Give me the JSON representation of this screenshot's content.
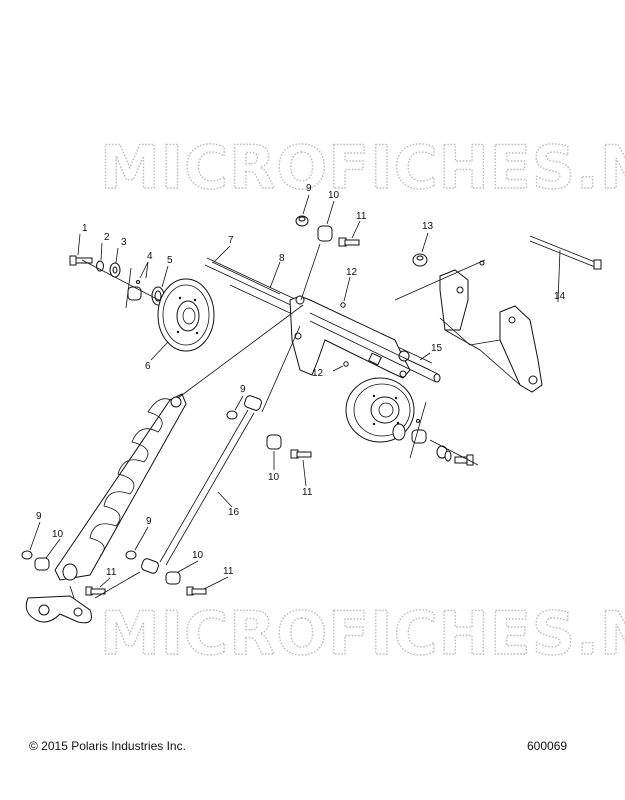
{
  "watermark": "MICROFICHES.NET",
  "footer": {
    "copyright": "© 2015 Polaris Industries Inc.",
    "drawing_number": "600069"
  },
  "callouts": [
    {
      "label": "1"
    },
    {
      "label": "2"
    },
    {
      "label": "3"
    },
    {
      "label": "4"
    },
    {
      "label": "5"
    },
    {
      "label": "6"
    },
    {
      "label": "7"
    },
    {
      "label": "8"
    },
    {
      "label": "9"
    },
    {
      "label": "10"
    },
    {
      "label": "11"
    },
    {
      "label": "13"
    },
    {
      "label": "12"
    },
    {
      "label": "14"
    },
    {
      "label": "15"
    },
    {
      "label": "12"
    },
    {
      "label": "9"
    },
    {
      "label": "10"
    },
    {
      "label": "11"
    },
    {
      "label": "16"
    },
    {
      "label": "9"
    },
    {
      "label": "10"
    },
    {
      "label": "9"
    },
    {
      "label": "11"
    },
    {
      "label": "10"
    },
    {
      "label": "11"
    }
  ]
}
